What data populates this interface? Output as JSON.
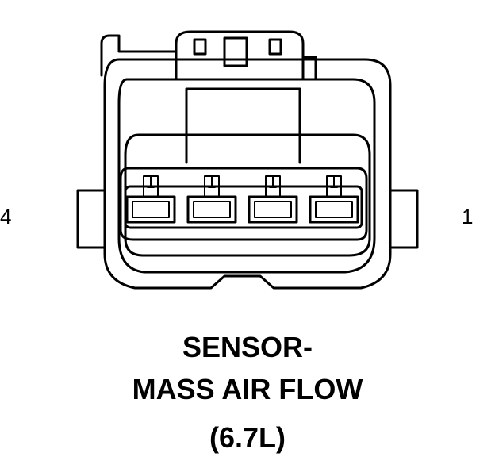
{
  "pin_labels": {
    "left": "4",
    "right": "1"
  },
  "title_lines": [
    "SENSOR-",
    "MASS AIR FLOW",
    "(6.7L)"
  ],
  "connector": {
    "cavity_count": 4,
    "line_color": "#000000",
    "background": "#ffffff"
  }
}
